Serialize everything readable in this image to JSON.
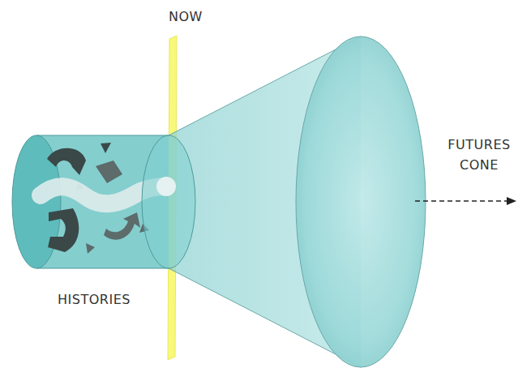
{
  "diagram": {
    "labels": [
      "NOW",
      "HISTORIES",
      "FUTURES CONE"
    ]
  }
}
